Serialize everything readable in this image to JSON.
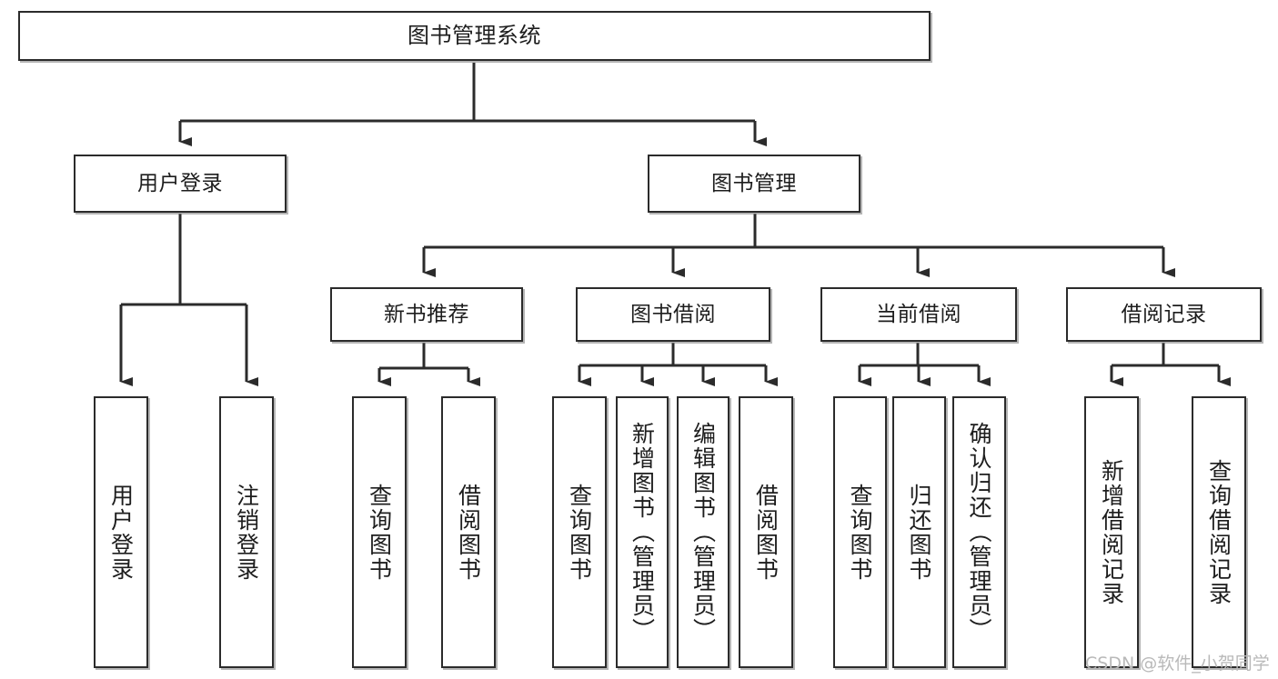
{
  "diagram": {
    "title_node": {
      "label": "图书管理系统"
    },
    "level2": [
      {
        "id": "user-login",
        "label": "用户登录"
      },
      {
        "id": "book-manage",
        "label": "图书管理"
      }
    ],
    "level3": [
      {
        "id": "new-book-recommend",
        "label": "新书推荐"
      },
      {
        "id": "book-borrow",
        "label": "图书借阅"
      },
      {
        "id": "current-borrow",
        "label": "当前借阅"
      },
      {
        "id": "borrow-record",
        "label": "借阅记录"
      }
    ],
    "leaves": [
      {
        "id": "leaf-user-login",
        "label": "用户登录"
      },
      {
        "id": "leaf-logout-login",
        "label": "注销登录"
      },
      {
        "id": "leaf-query-book-1",
        "label": "查询图书"
      },
      {
        "id": "leaf-borrow-book-1",
        "label": "借阅图书"
      },
      {
        "id": "leaf-query-book-2",
        "label": "查询图书"
      },
      {
        "id": "leaf-add-book",
        "label": "新增图书（管理员）"
      },
      {
        "id": "leaf-edit-book",
        "label": "编辑图书（管理员）"
      },
      {
        "id": "leaf-borrow-book-2",
        "label": "借阅图书"
      },
      {
        "id": "leaf-query-book-3",
        "label": "查询图书"
      },
      {
        "id": "leaf-return-book",
        "label": "归还图书"
      },
      {
        "id": "leaf-confirm-return",
        "label": "确认归还（管理员）"
      },
      {
        "id": "leaf-add-borrow-record",
        "label": "新增借阅记录"
      },
      {
        "id": "leaf-query-borrow-record",
        "label": "查询借阅记录"
      }
    ]
  },
  "watermark": {
    "text": "CSDN @软件_小贺同学"
  },
  "colors": {
    "stroke": "#2b2b2b",
    "fill": "#ffffff",
    "text": "#1d1d1d",
    "watermark": "#b9b9b9"
  }
}
